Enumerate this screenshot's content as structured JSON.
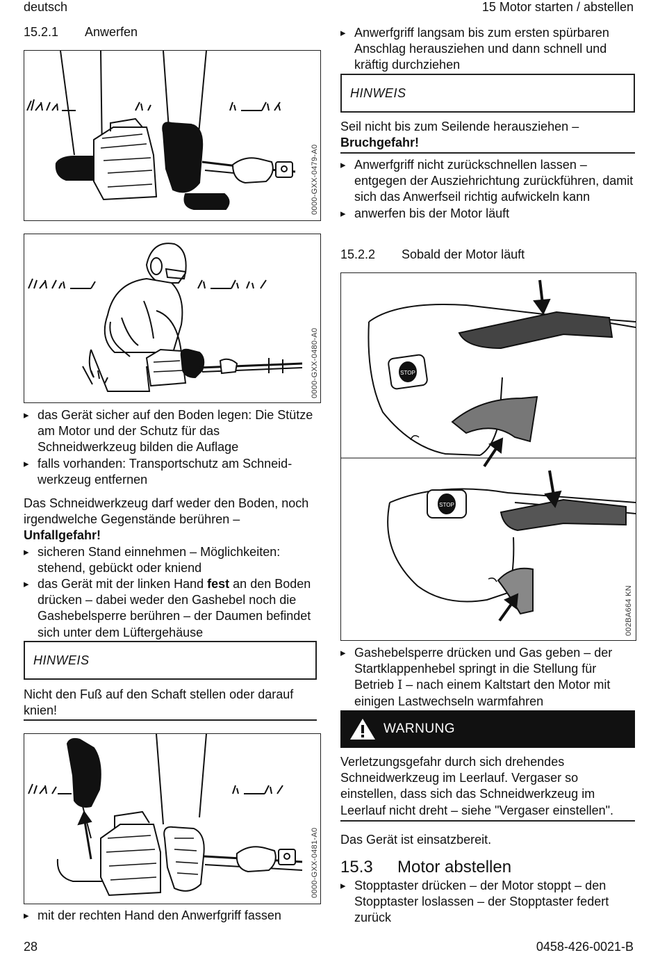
{
  "header": {
    "left": "deutsch",
    "right": "15 Motor starten / abstellen"
  },
  "footer": {
    "page": "28",
    "doc": "0458-426-0021-B"
  },
  "left": {
    "section": {
      "num": "15.2.1",
      "title": "Anwerfen"
    },
    "fig1_code": "0000-GXX-0479-A0",
    "fig2_code": "0000-GXX-0480-A0",
    "bullets_a": [
      "das Gerät sicher auf den Boden legen: Die Stütze am Motor und der Schutz für das Schneidwerkzeug bilden die Auflage",
      "falls vorhanden: Transportschutz am Schneid-werkzeug entfernen"
    ],
    "para1_text": "Das Schneidwerkzeug darf weder den Boden, noch irgendwelche Gegenstände berühren –",
    "para1_bold": "Unfallgefahr!",
    "bullet_stand": "sicheren Stand einnehmen – Möglichkeiten: stehend, gebückt oder kniend",
    "bullet_press_pre": "das Gerät mit der linken Hand",
    "bullet_press_bold": "fest",
    "bullet_press_post": "an den Boden drücken – dabei weder den Gashebel noch die Gashebelsperre berühren – der Daumen befindet sich unter dem Lüftergehäuse",
    "notice_label": "HINWEIS",
    "notice_text": "Nicht den Fuß auf den Schaft stellen oder darauf knien!",
    "fig3_code": "0000-GXX-0481-A0",
    "bullet_last": "mit der rechten Hand den Anwerfgriff fassen"
  },
  "right": {
    "bullet_pull": "Anwerfgriff langsam bis zum ersten spürbaren Anschlag herausziehen und dann schnell und kräftig durchziehen",
    "notice_label": "HINWEIS",
    "notice_text": "Seil nicht bis zum Seilende herausziehen –",
    "notice_bold": "Bruchgefahr!",
    "bullets_b": [
      "Anwerfgriff nicht zurückschnellen lassen – entgegen der Ausziehrichtung zurückführen, damit sich das Anwerfseil richtig aufwickeln kann",
      "anwerfen bis der Motor läuft"
    ],
    "section": {
      "num": "15.2.2",
      "title": "Sobald der Motor läuft"
    },
    "fig4_code": "002BA664 KN",
    "stop_label": "STOP",
    "bullet_gas_pre": "Gashebelsperre drücken und Gas geben – der Startklappenhebel springt in die Stellung für Betrieb",
    "bullet_gas_symbol": "I",
    "bullet_gas_post": "– nach einem Kaltstart den Motor mit einigen Lastwechseln warmfahren",
    "warning_label": "WARNUNG",
    "warning_text": "Verletzungsgefahr durch sich drehendes Schneidwerkzeug im Leerlauf. Vergaser so einstellen, dass sich das Schneidwerkzeug im Leerlauf nicht dreht – siehe \"Vergaser einstellen\".",
    "ready": "Das Gerät ist einsatzbereit.",
    "h2": {
      "num": "15.3",
      "title": "Motor abstellen"
    },
    "bullet_stop": "Stopptaster drücken – der Motor stoppt – den Stopptaster loslassen – der Stopptaster federt zurück"
  }
}
